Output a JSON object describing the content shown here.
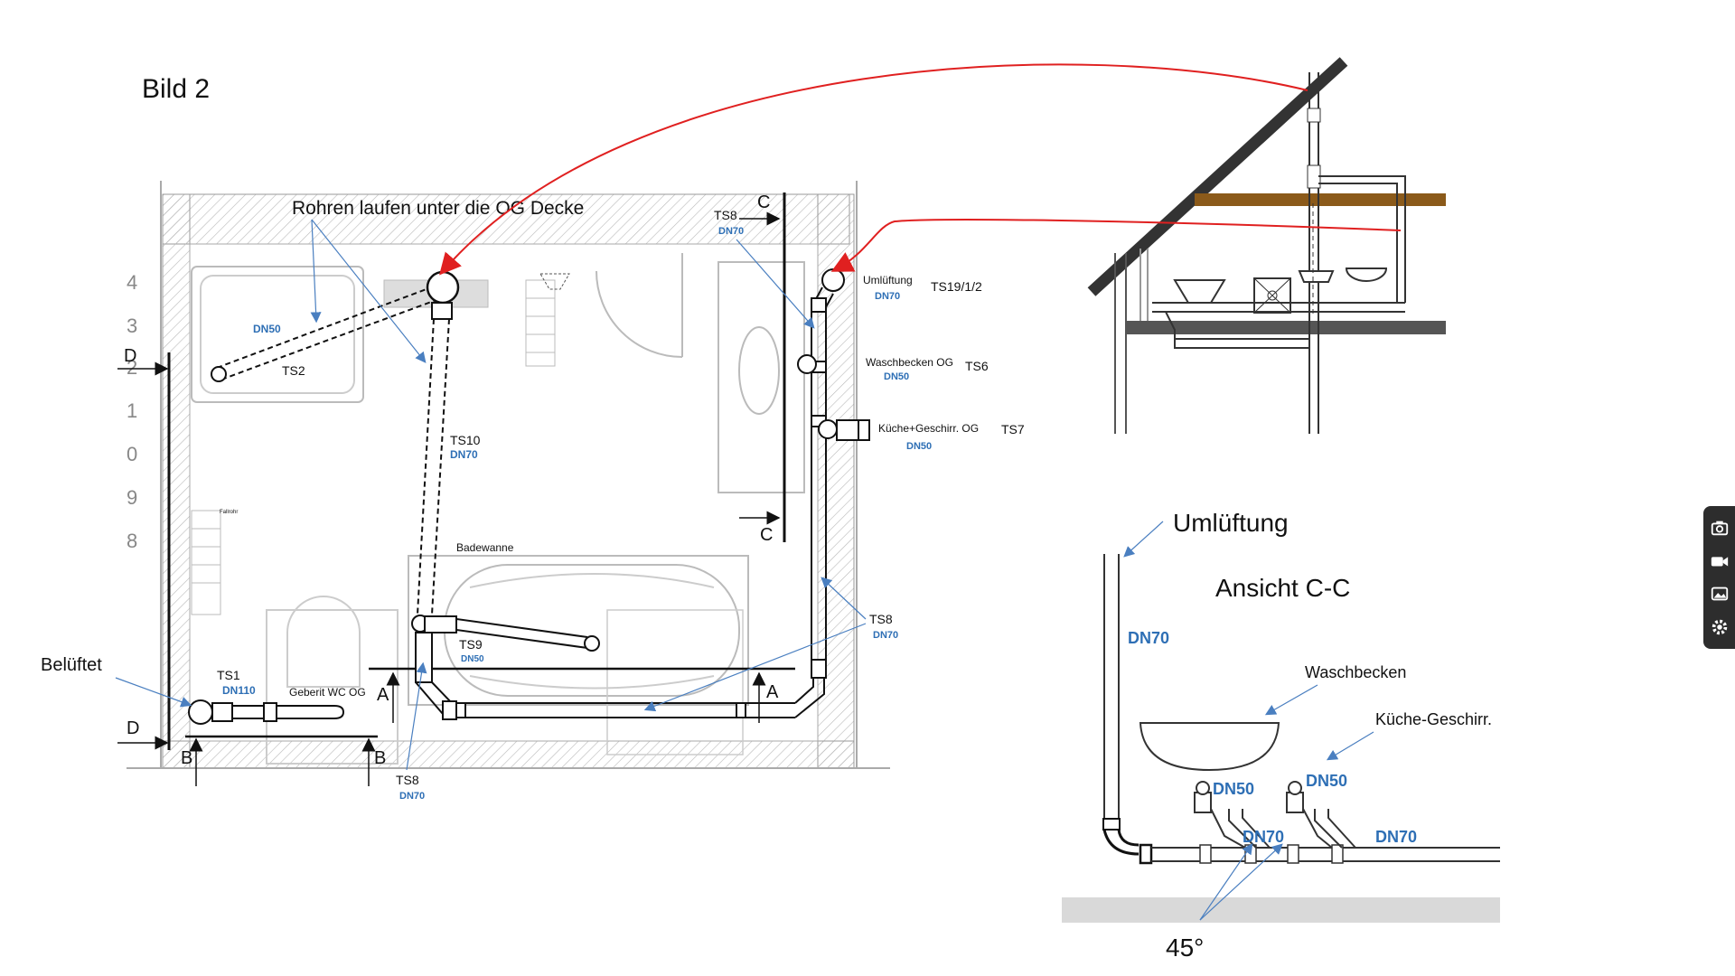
{
  "figure_title": "Bild 2",
  "plan": {
    "note_top": "Rohren laufen unter die OG Decke",
    "belueftet": "Belüftet",
    "scale_numbers": [
      "4",
      "3",
      "2",
      "1",
      "0",
      "9",
      "8"
    ],
    "fallrohr": "Fallrohr",
    "badewanne": "Badewanne",
    "sections": {
      "a": "A",
      "b": "B",
      "c": "C",
      "d": "D"
    },
    "ts1": "TS1",
    "ts1_dn": "DN110",
    "ts2": "TS2",
    "ts2_dn": "DN50",
    "ts6": "TS6",
    "ts6_name": "Waschbecken OG",
    "ts6_dn": "DN50",
    "ts7": "TS7",
    "ts7_name": "Küche+Geschirr. OG",
    "ts7_dn": "DN50",
    "ts8": "TS8",
    "ts8_dn": "DN70",
    "ts9": "TS9",
    "ts9_dn": "DN50",
    "ts10": "TS10",
    "ts10_dn": "DN70",
    "ts19": "TS19/1/2",
    "umlueftung_small": "Umlüftung",
    "ts19_dn": "DN70",
    "geberit": "Geberit WC OG"
  },
  "section_view": {
    "umlueftung": "Umlüftung",
    "title": "Ansicht C-C",
    "dn70_vertical": "DN70",
    "waschbecken": "Waschbecken",
    "kueche": "Küche-Geschirr.",
    "dn50_a": "DN50",
    "dn50_b": "DN50",
    "dn70_mid": "DN70",
    "dn70_right": "DN70",
    "angle": "45°"
  },
  "colors": {
    "red_arrow": "#e02020",
    "blue_text": "#2e6fb5",
    "beam": "#8b5a1a",
    "slab": "#555555",
    "roof": "#3a3a3a"
  },
  "sidebar_icons": [
    "camera-icon",
    "video-icon",
    "gallery-icon",
    "gear-icon"
  ]
}
